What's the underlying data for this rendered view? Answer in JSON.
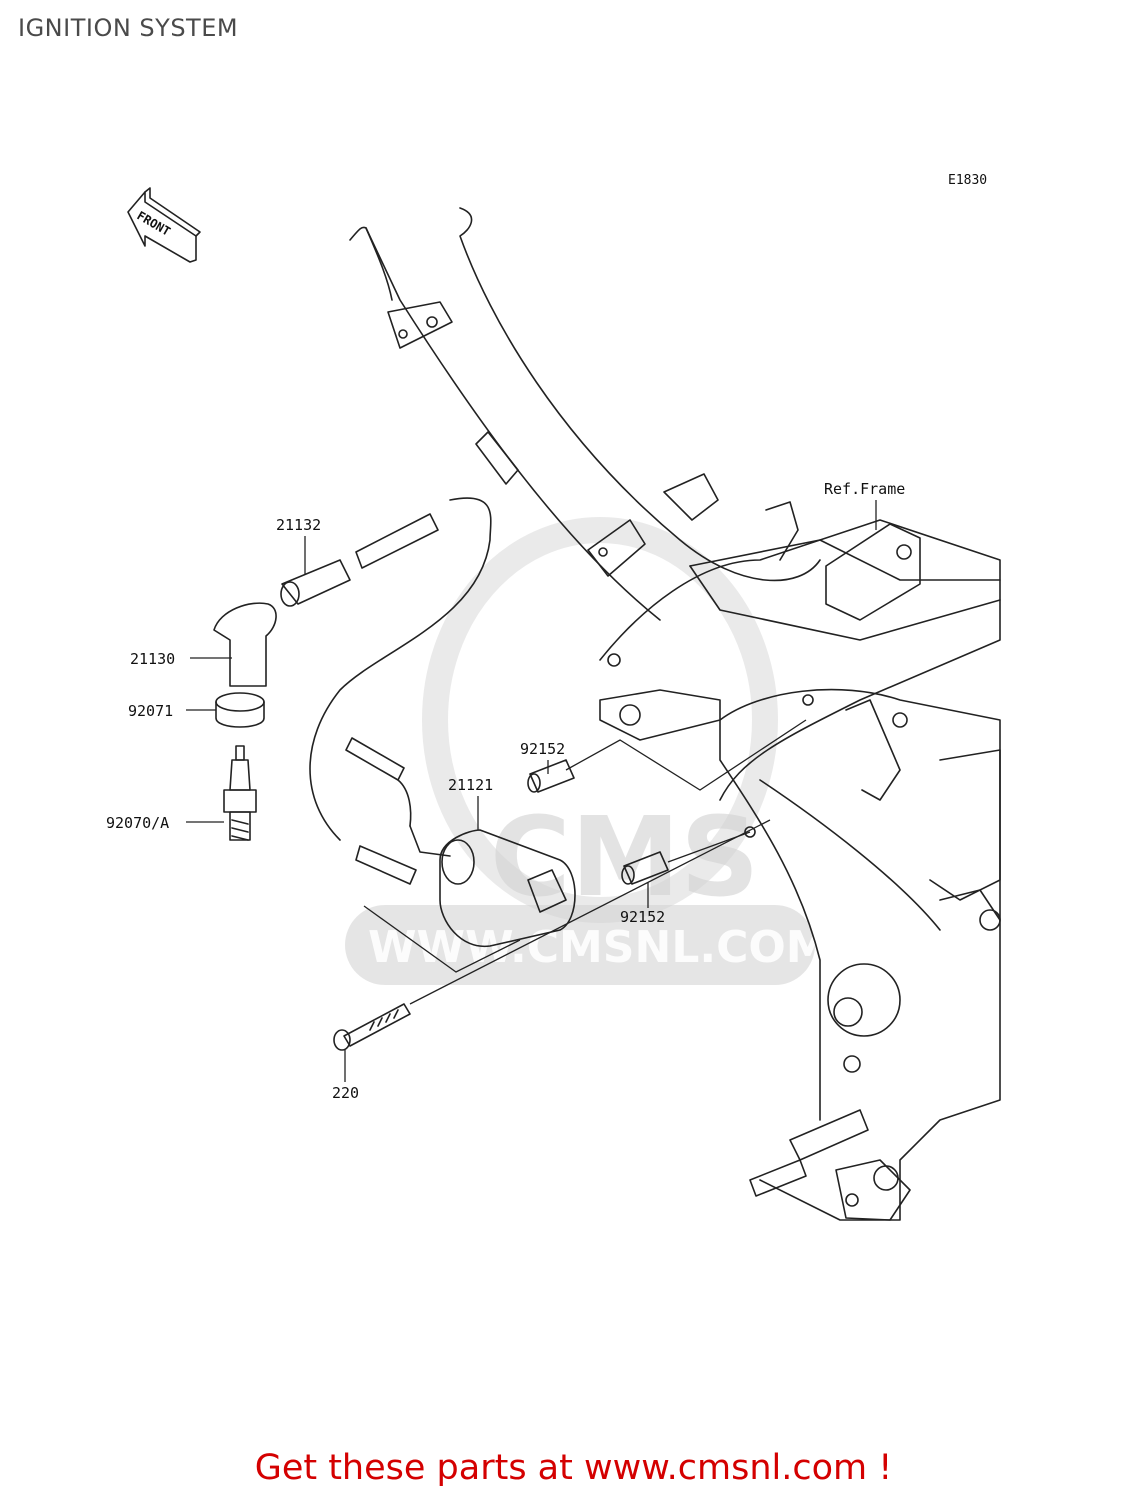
{
  "page": {
    "title": "IGNITION SYSTEM",
    "footer": "Get these parts at www.cmsnl.com !"
  },
  "diagram": {
    "code": "E1830",
    "front_label": "FRONT",
    "ref_frame_label": "Ref.Frame",
    "watermark_logo": "CMS",
    "watermark_url": "WWW.CMSNL.COM",
    "parts": [
      {
        "number": "21132"
      },
      {
        "number": "21130"
      },
      {
        "number": "92071"
      },
      {
        "number": "92070/A"
      },
      {
        "number": "92152"
      },
      {
        "number": "21121"
      },
      {
        "number": "92152"
      },
      {
        "number": "220"
      }
    ]
  }
}
